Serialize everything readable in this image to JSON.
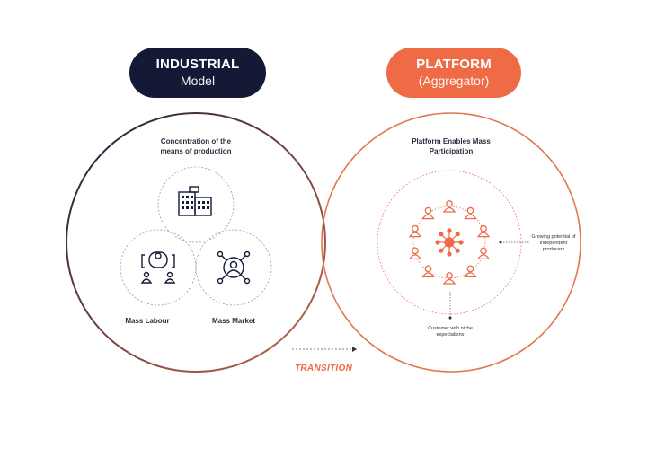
{
  "industrial": {
    "title": "INDUSTRIAL",
    "subtitle": "Model",
    "caption": "Concentration of the means of production",
    "left_label": "Mass Labour",
    "right_label": "Mass Market",
    "color": "#141a36"
  },
  "platform": {
    "title": "PLATFORM",
    "subtitle": "(Aggregator)",
    "caption": "Platform Enables Mass Participation",
    "side_note": "Growing potential of independent producers",
    "bottom_note": "Customer with niche expectations",
    "color": "#ef6b45"
  },
  "transition_label": "TRANSITION",
  "icons": [
    "building-icon",
    "labour-group-icon",
    "network-person-icon",
    "person-icon",
    "hub-icon"
  ]
}
